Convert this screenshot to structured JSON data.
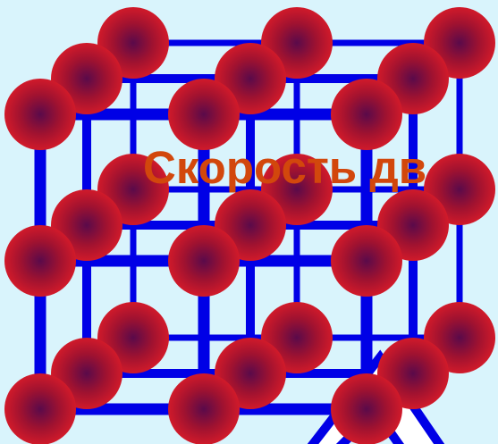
{
  "title": "Скорость дв",
  "colors": {
    "background": "#d9f4fc",
    "bond": "#0000e6",
    "atom_outer": "#d11a2a",
    "atom_inner": "#5a0a4a",
    "title": "#d2470c",
    "arrow_fill": "#ffffff",
    "arrow_stroke": "#0000e6"
  },
  "structure": {
    "type": "cubic-lattice",
    "grid": [
      3,
      3,
      3
    ],
    "atom_count": 27
  }
}
